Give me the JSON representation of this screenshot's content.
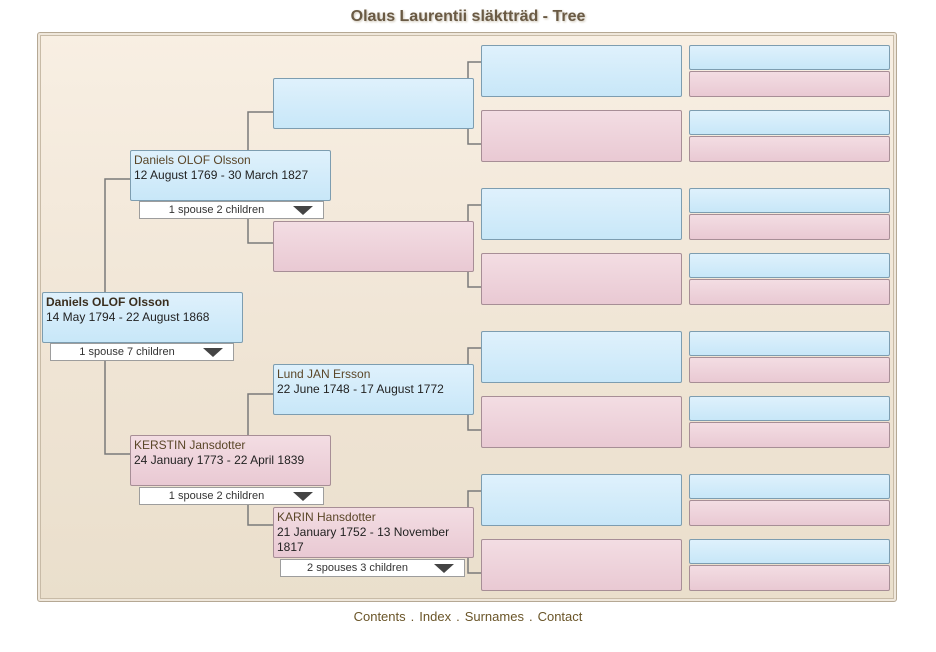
{
  "page": {
    "title": "Olaus Laurentii släktträd - Tree"
  },
  "root": {
    "name": "Daniels OLOF Olsson",
    "dates": "14 May 1794 - 22 August 1868",
    "family": "1 spouse 7 children"
  },
  "father": {
    "name": "Daniels OLOF Olsson",
    "dates": "12 August 1769 - 30 March 1827",
    "family": "1 spouse 2 children"
  },
  "mother": {
    "name": "KERSTIN Jansdotter",
    "dates": "24 January 1773 - 22 April 1839",
    "family": "1 spouse 2 children"
  },
  "maternal_grandfather": {
    "name": "Lund JAN Ersson",
    "dates": "22 June 1748 - 17 August 1772"
  },
  "maternal_grandmother": {
    "name": "KARIN Hansdotter",
    "dates": "21 January 1752 - 13 November 1817",
    "family": "2 spouses 3 children"
  },
  "footer": {
    "links": [
      "Contents",
      "Index",
      "Surnames",
      "Contact"
    ],
    "separator": "."
  },
  "colors": {
    "male": "#cfeaf9",
    "female": "#ecd0d8",
    "frame": "#f4eadc",
    "text_brown": "#6a5528"
  }
}
